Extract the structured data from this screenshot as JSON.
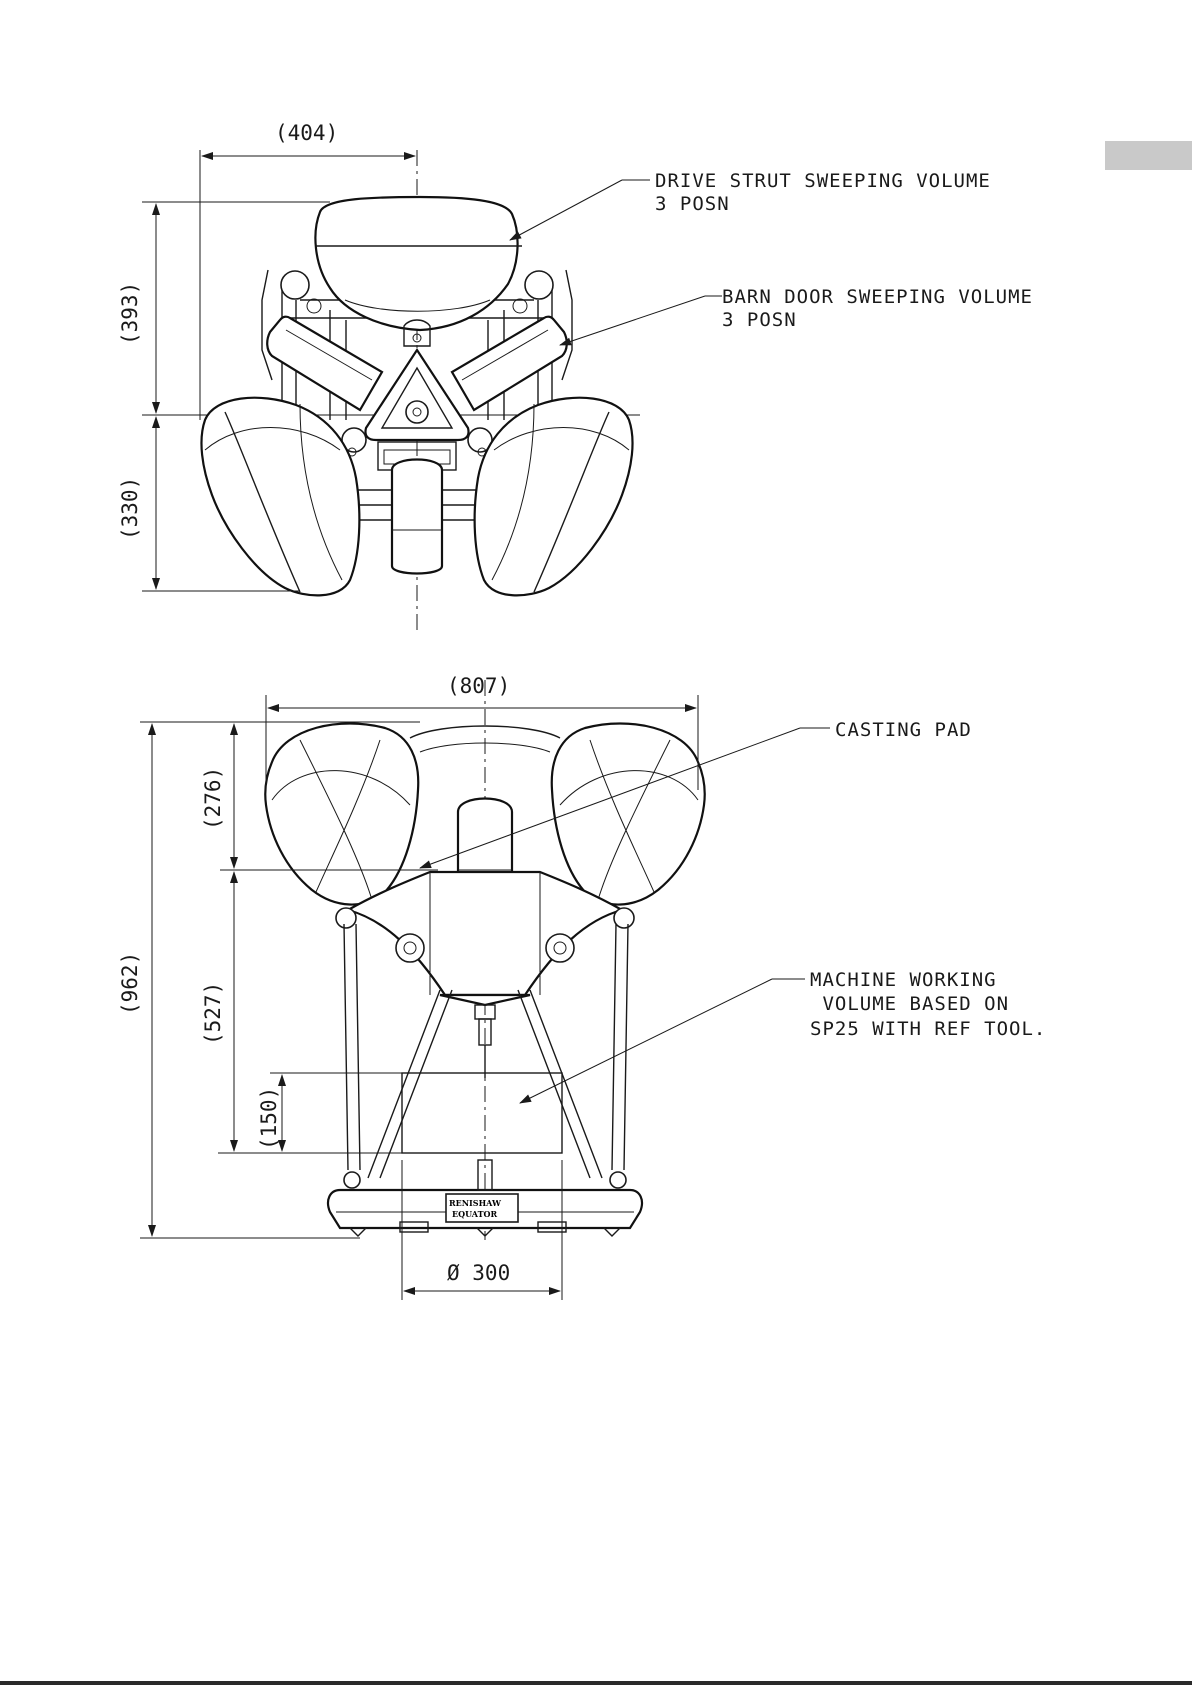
{
  "top_view": {
    "dimensions": {
      "width": "(404)",
      "upper_height": "(393)",
      "lower_height": "(330)"
    },
    "callouts": {
      "drive_strut_line1": "DRIVE STRUT SWEEPING VOLUME",
      "drive_strut_line2": "3 POSN",
      "barn_door_line1": "BARN DOOR SWEEPING VOLUME",
      "barn_door_line2": "3 POSN"
    }
  },
  "side_view": {
    "dimensions": {
      "overall_width": "(807)",
      "overall_height": "(962)",
      "upper_height": "(276)",
      "middle_height": "(527)",
      "working_height": "(150)",
      "working_diameter": "Ø 300"
    },
    "callouts": {
      "casting_pad": "CASTING PAD",
      "working_line1": "MACHINE WORKING",
      "working_line2": " VOLUME BASED ON",
      "working_line3": "SP25 WITH REF TOOL."
    }
  },
  "colors": {
    "line": "#1a1a1a",
    "tab": "#c9c9c9",
    "background": "#ffffff"
  }
}
